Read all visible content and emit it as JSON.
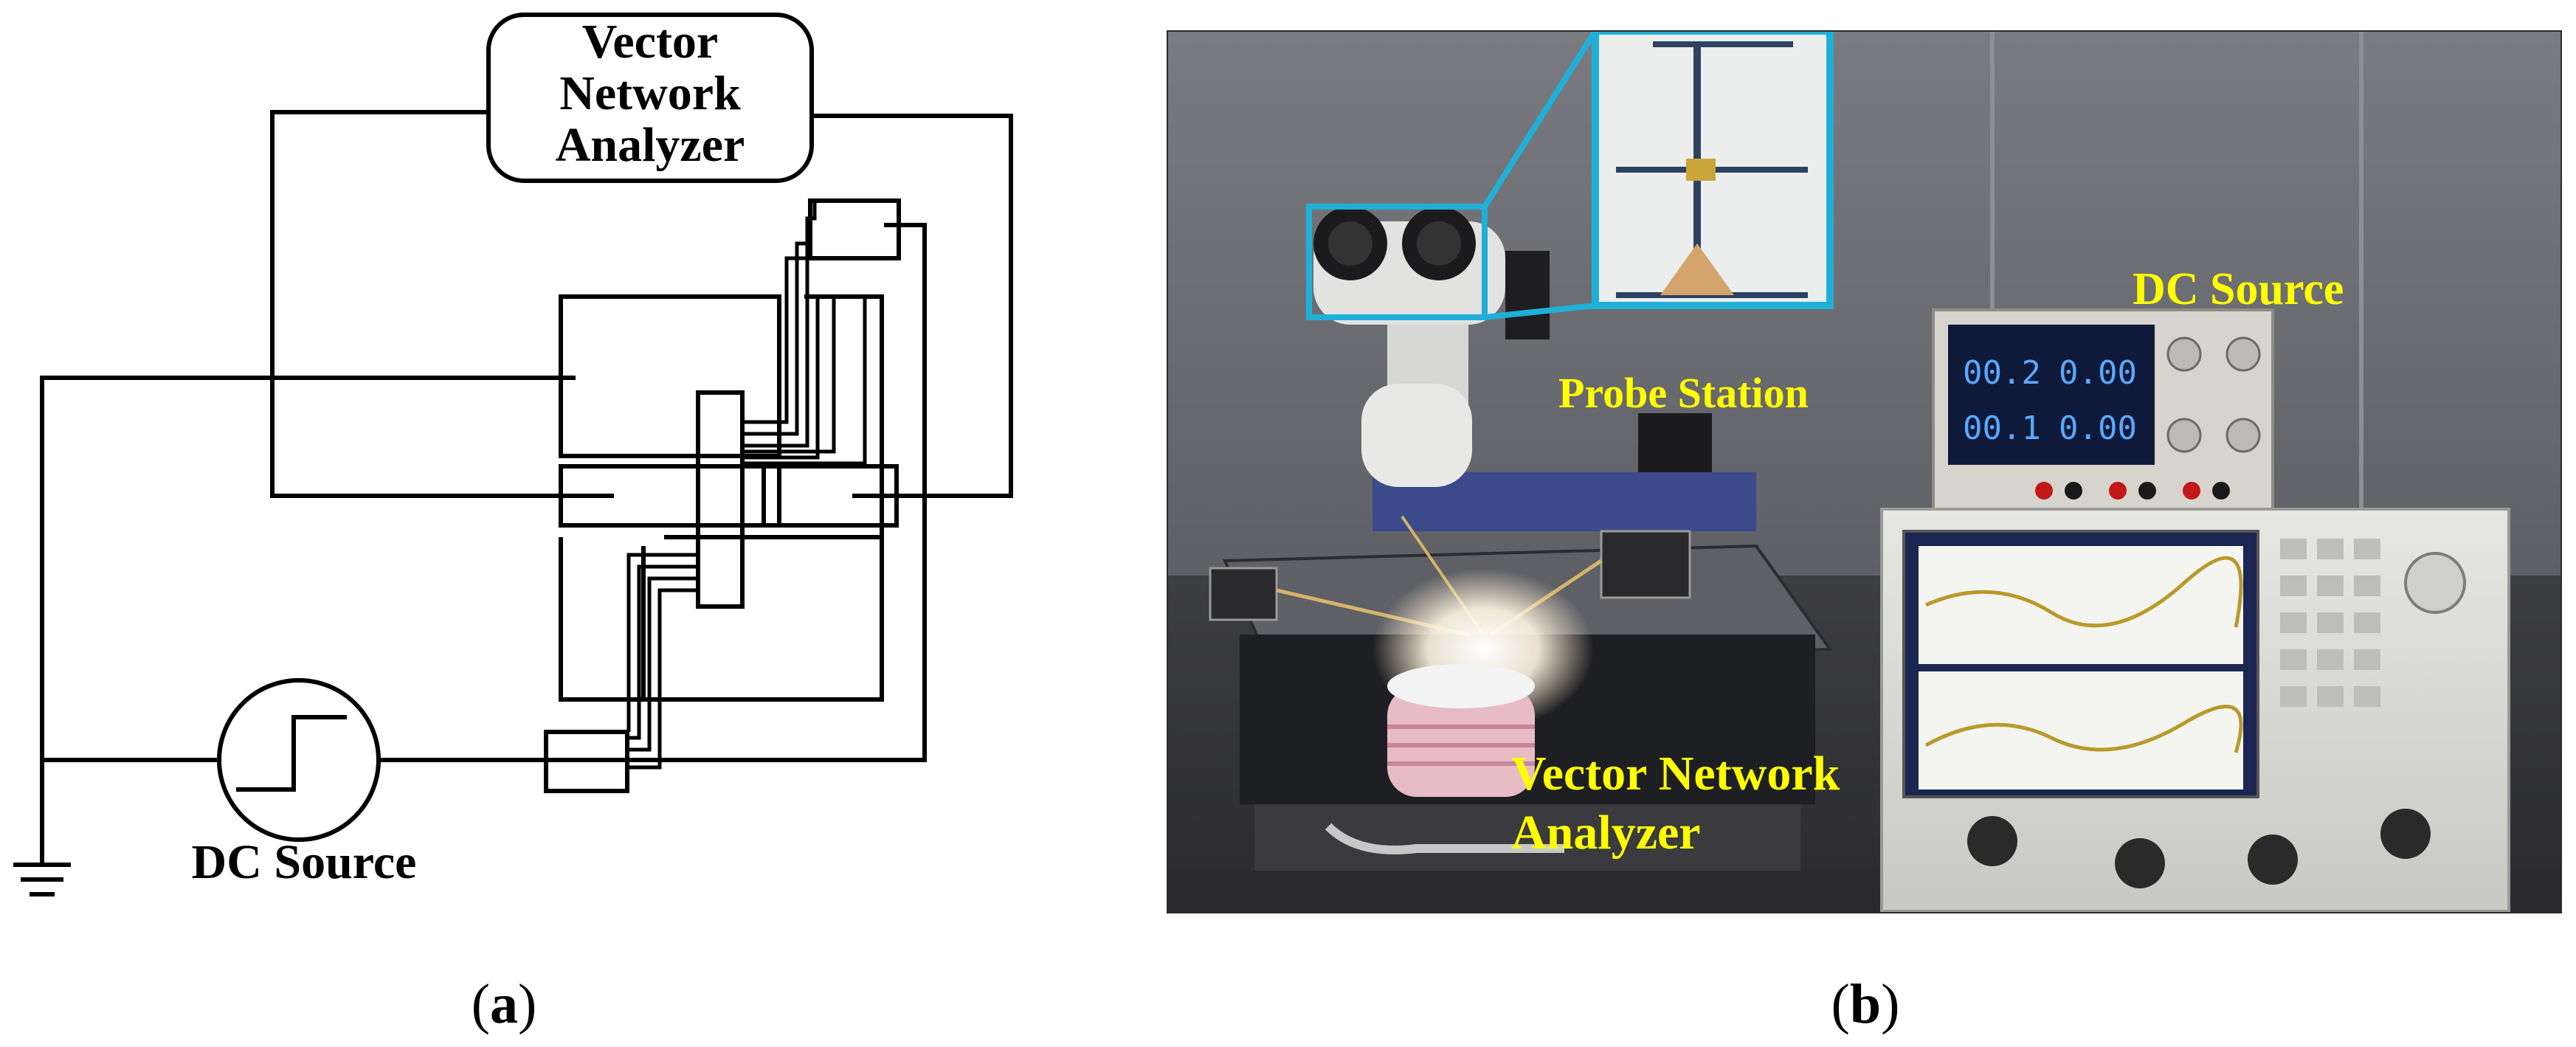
{
  "panel_a": {
    "label_open": "(",
    "label_letter": "a",
    "label_close": ")",
    "vna_line1": "Vector",
    "vna_line2": "Network",
    "vna_line3": "Analyzer",
    "dc_source": "DC Source"
  },
  "panel_b": {
    "label_open": "(",
    "label_letter": "b",
    "label_close": ")",
    "dc_source": "DC Source",
    "probe_station": "Probe Station",
    "vna_line1": "Vector Network",
    "vna_line2": "Analyzer",
    "psu_readout_1": "00.2",
    "psu_readout_2": "0.00",
    "psu_readout_3": "00.1",
    "psu_readout_4": "0.00"
  },
  "colors": {
    "line": "#000000",
    "callout_text": "#ffff00",
    "zoom_frame": "#1fb0d8",
    "photo_bg": "#5a5a5e"
  }
}
